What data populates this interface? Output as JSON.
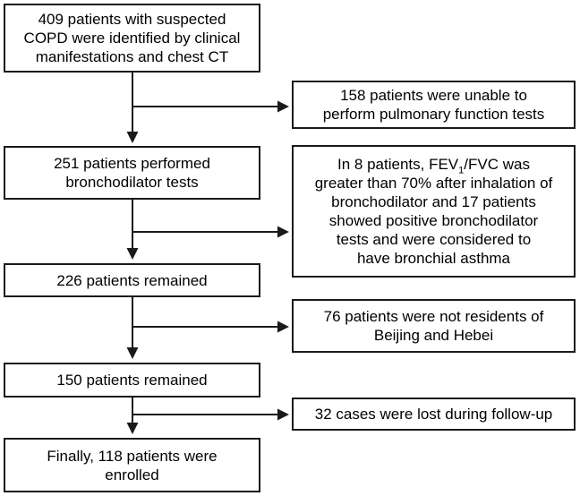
{
  "diagram": {
    "type": "flowchart",
    "background_color": "#ffffff",
    "line_color": "#1a1a1a",
    "box_border_color": "#1a1a1a",
    "text_color": "#000000",
    "main_flow": [
      {
        "lines": [
          "409 patients with suspected",
          "COPD were identified by clinical",
          "manifestations and chest CT"
        ]
      },
      {
        "lines": [
          "251 patients performed",
          "bronchodilator tests"
        ]
      },
      {
        "lines": [
          "226 patients remained"
        ]
      },
      {
        "lines": [
          "150 patients remained"
        ]
      },
      {
        "lines": [
          "Finally, 118 patients were",
          "enrolled"
        ]
      }
    ],
    "exclusions": [
      {
        "lines": [
          "158 patients were unable to",
          "perform pulmonary function tests"
        ]
      },
      {
        "line1": {
          "pre": "In 8 patients, FEV",
          "sub": "1",
          "post": "/FVC was"
        },
        "lines_rest": [
          "greater than 70% after inhalation of",
          "bronchodilator and 17 patients",
          "showed positive bronchodilator",
          "tests and were considered to",
          "have bronchial asthma"
        ]
      },
      {
        "lines": [
          "76 patients were not residents of",
          "Beijing and Hebei"
        ]
      },
      {
        "lines": [
          "32 cases were lost during follow-up"
        ]
      }
    ]
  }
}
